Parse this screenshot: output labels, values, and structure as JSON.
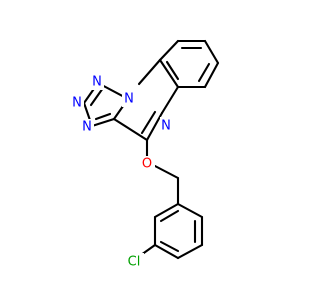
{
  "molecule": {
    "atom_labels": {
      "N_tz1": "N",
      "N_tz2": "N",
      "N_tz3": "N",
      "N_fused": "N",
      "N_pyr": "N",
      "O_ether": "O",
      "Cl": "Cl"
    },
    "colors": {
      "bond": "#000000",
      "nitrogen": "#0000ff",
      "oxygen": "#ff0000",
      "chlorine": "#00a000"
    }
  }
}
